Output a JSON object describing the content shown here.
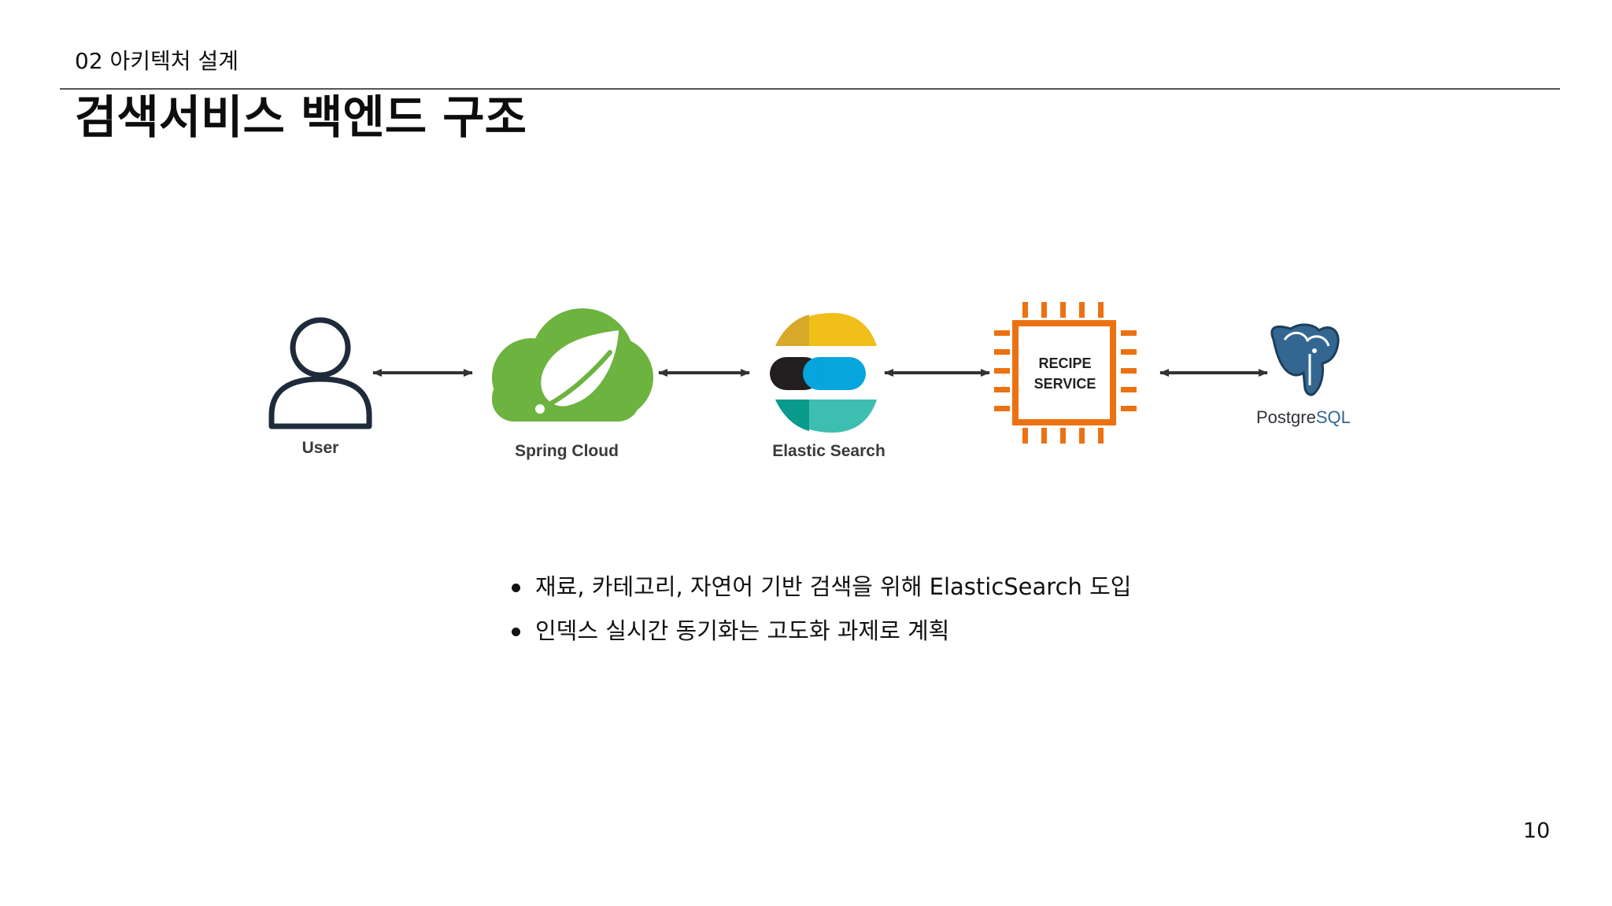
{
  "header": {
    "section_label": "02 아키텍처 설계",
    "title": "검색서비스 백엔드 구조"
  },
  "diagram": {
    "nodes": [
      {
        "id": "user",
        "label": "User",
        "icon": "user-icon"
      },
      {
        "id": "spring",
        "label": "Spring Cloud",
        "icon": "spring-cloud-logo"
      },
      {
        "id": "elastic",
        "label": "Elastic Search",
        "icon": "elasticsearch-logo"
      },
      {
        "id": "recipe",
        "label": "RECIPE SERVICE",
        "chip_line1": "RECIPE",
        "chip_line2": "SERVICE",
        "icon": "chip-icon"
      },
      {
        "id": "postgres",
        "label": "PostgreSQL",
        "logo_part1": "Postgre",
        "logo_part2": "SQL",
        "icon": "postgresql-logo"
      }
    ],
    "connections": [
      {
        "from": "user",
        "to": "spring",
        "type": "bidirectional"
      },
      {
        "from": "spring",
        "to": "elastic",
        "type": "bidirectional"
      },
      {
        "from": "elastic",
        "to": "recipe",
        "type": "bidirectional"
      },
      {
        "from": "recipe",
        "to": "postgres",
        "type": "bidirectional"
      }
    ],
    "colors": {
      "spring_green": "#6db33f",
      "elastic_yellow": "#f0bf1a",
      "elastic_blue": "#07a5de",
      "elastic_teal": "#3ebeb0",
      "elastic_dark": "#231f20",
      "chip_orange": "#ec7211",
      "postgres_blue": "#336791",
      "arrow": "#333333"
    }
  },
  "bullets": [
    "재료, 카테고리, 자연어 기반 검색을 위해 ElasticSearch 도입",
    "인덱스 실시간 동기화는 고도화 과제로 계획"
  ],
  "page_number": "10"
}
